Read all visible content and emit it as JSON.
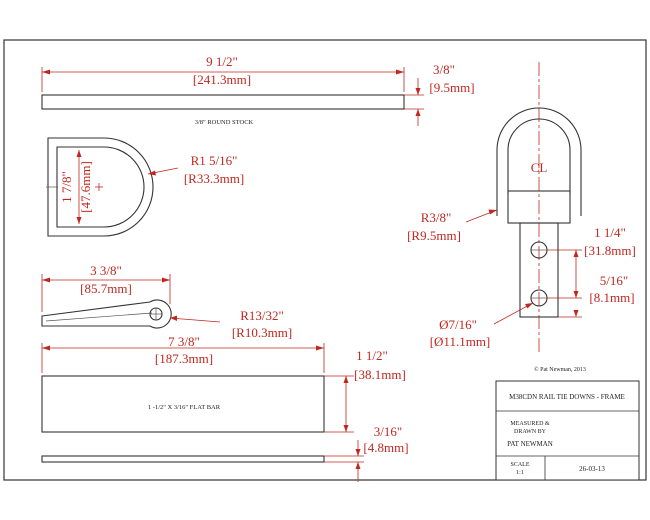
{
  "stock_bar": {
    "length_in": "9 1/2\"",
    "length_mm": "[241.3mm]",
    "dia_in": "3/8\"",
    "dia_mm": "[9.5mm]",
    "label": "3/8\" ROUND STOCK"
  },
  "d_ring": {
    "radius_in": "R1 5/16\"",
    "radius_mm": "[R33.3mm]",
    "height_in": "1 7/8\"",
    "height_mm": "[47.6mm]"
  },
  "bent_bar": {
    "length_in": "3 3/8\"",
    "length_mm": "[85.7mm]",
    "radius_in": "R13/32\"",
    "radius_mm": "[R10.3mm]"
  },
  "flat_bar": {
    "length_in": "7 3/8\"",
    "length_mm": "[187.3mm]",
    "width_in": "1 1/2\"",
    "width_mm": "[38.1mm]",
    "thick_in": "3/16\"",
    "thick_mm": "[4.8mm]",
    "label": "1 -1/2\" X 3/16\" FLAT BAR"
  },
  "assembly": {
    "centerline": "CL",
    "bend_in": "R3/8\"",
    "bend_mm": "[R9.5mm]",
    "hole_spacing_in": "1 1/4\"",
    "hole_spacing_mm": "[31.8mm]",
    "edge_in": "5/16\"",
    "edge_mm": "[8.1mm]",
    "hole_dia_in": "Ø7/16\"",
    "hole_dia_mm": "[Ø11.1mm]"
  },
  "copyright": "© Pat Newman, 2013",
  "title_block": {
    "title": "M38CDN RAIL TIE DOWNS - FRAME",
    "measured_label_1": "MEASURED &",
    "measured_label_2": "DRAWN BY",
    "author": "PAT NEWMAN",
    "scale_label": "SCALE",
    "scale_value": "1:1",
    "date": "26-03-13"
  }
}
